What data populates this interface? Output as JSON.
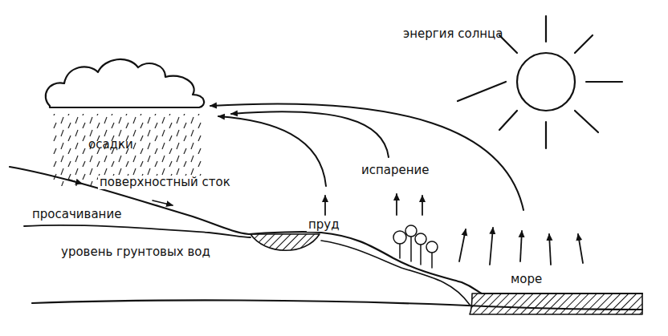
{
  "diagram": {
    "labels": [
      "энергия солнца",
      "осадки",
      "поверхностный сток",
      "просачивание",
      "уровень грунтовых вод",
      "пруд",
      "испарение",
      "море"
    ]
  }
}
